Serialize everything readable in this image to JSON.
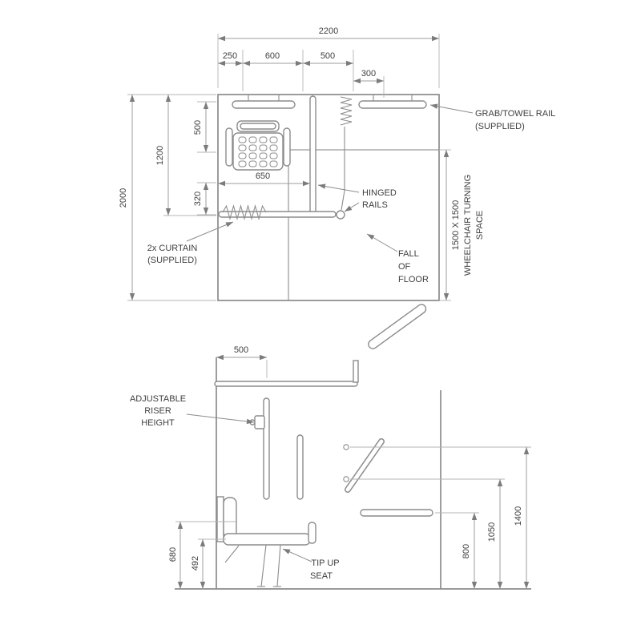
{
  "colors": {
    "line": "#8c8c8c",
    "dimension": "#9e9e9e",
    "text": "#3f3f3f",
    "background": "#ffffff"
  },
  "plan": {
    "dims": {
      "total_width": "2200",
      "top_250": "250",
      "top_600": "600",
      "top_500": "500",
      "top_300": "300",
      "total_depth": "2000",
      "left_1200": "1200",
      "left_500": "500",
      "left_320": "320",
      "rail_650": "650"
    },
    "labels": {
      "grab_rail_1": "GRAB/TOWEL RAIL",
      "grab_rail_2": "(SUPPLIED)",
      "hinged_1": "HINGED",
      "hinged_2": "RAILS",
      "curtain_1": "2x CURTAIN",
      "curtain_2": "(SUPPLIED)",
      "fall_1": "FALL",
      "fall_2": "OF",
      "fall_3": "FLOOR",
      "turning_1": "1500 X 1500",
      "turning_2": "WHEELCHAIR TURNING",
      "turning_3": "SPACE"
    }
  },
  "elevation": {
    "dims": {
      "riser_500": "500",
      "left_680": "680",
      "left_492": "492",
      "right_800": "800",
      "right_1050": "1050",
      "right_1400": "1400"
    },
    "labels": {
      "riser_1": "ADJUSTABLE",
      "riser_2": "RISER",
      "riser_3": "HEIGHT",
      "seat_1": "TIP UP",
      "seat_2": "SEAT"
    }
  }
}
